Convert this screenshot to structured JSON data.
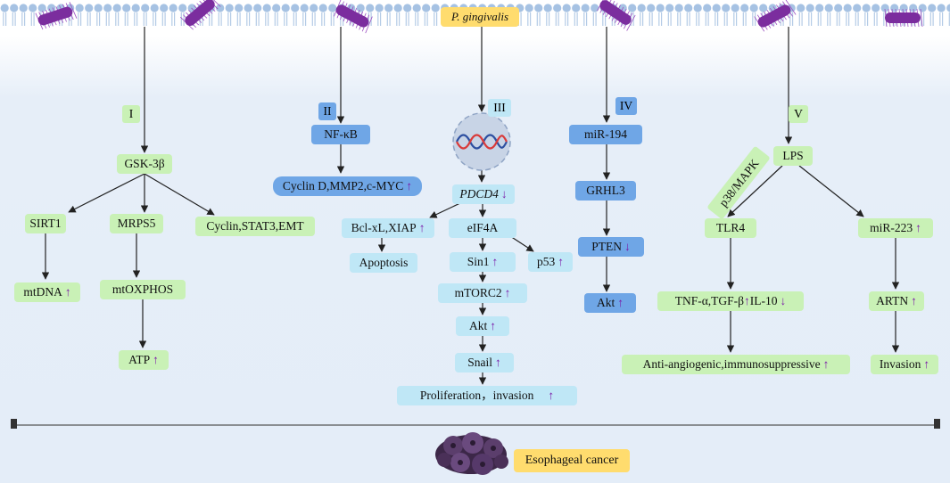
{
  "pathogen": "P. gingivalis",
  "cancer_label": "Esophageal cancer",
  "arrow_up": "↑",
  "arrow_down": "↓",
  "roman": [
    "I",
    "II",
    "III",
    "IV",
    "V"
  ],
  "path1": {
    "gsk": "GSK-3β",
    "sirt1": "SIRT1",
    "mrps5": "MRPS5",
    "cyclin": "Cyclin,STAT3,EMT",
    "mtdna": "mtDNA",
    "mtoxphos": "mtOXPHOS",
    "atp": "ATP"
  },
  "path2": {
    "nfkb": "NF-κB",
    "cyclind": "Cyclin D,MMP2,c-MYC"
  },
  "path3": {
    "pdcd4": "PDCD4",
    "bcl": "Bcl-xL,XIAP",
    "apoptosis": "Apoptosis",
    "eif4a": "eIF4A",
    "sin1": "Sin1",
    "p53": "p53",
    "mtorc2": "mTORC2",
    "akt": "Akt",
    "snail": "Snail",
    "prolif": "Proliferation，invasion"
  },
  "path4": {
    "mir194": "miR-194",
    "grhl3": "GRHL3",
    "pten": "PTEN",
    "akt": "Akt"
  },
  "path5": {
    "lps": "LPS",
    "p38": "p38/MAPK",
    "tlr4": "TLR4",
    "mir223": "miR-223",
    "tnf": "TNF-α,TGF-β",
    "il10": "IL-10",
    "artn": "ARTN",
    "anti": "Anti-angiogenic,immunosuppressive",
    "invasion": "Invasion"
  },
  "colors": {
    "green_box": "#c9f1b6",
    "blue_box": "#6fa6e6",
    "cyan_box": "#bfe7f6",
    "yellow_box": "#ffdc6e",
    "bacteria": "#7b2d9e",
    "membrane": "#a9c4e2"
  }
}
